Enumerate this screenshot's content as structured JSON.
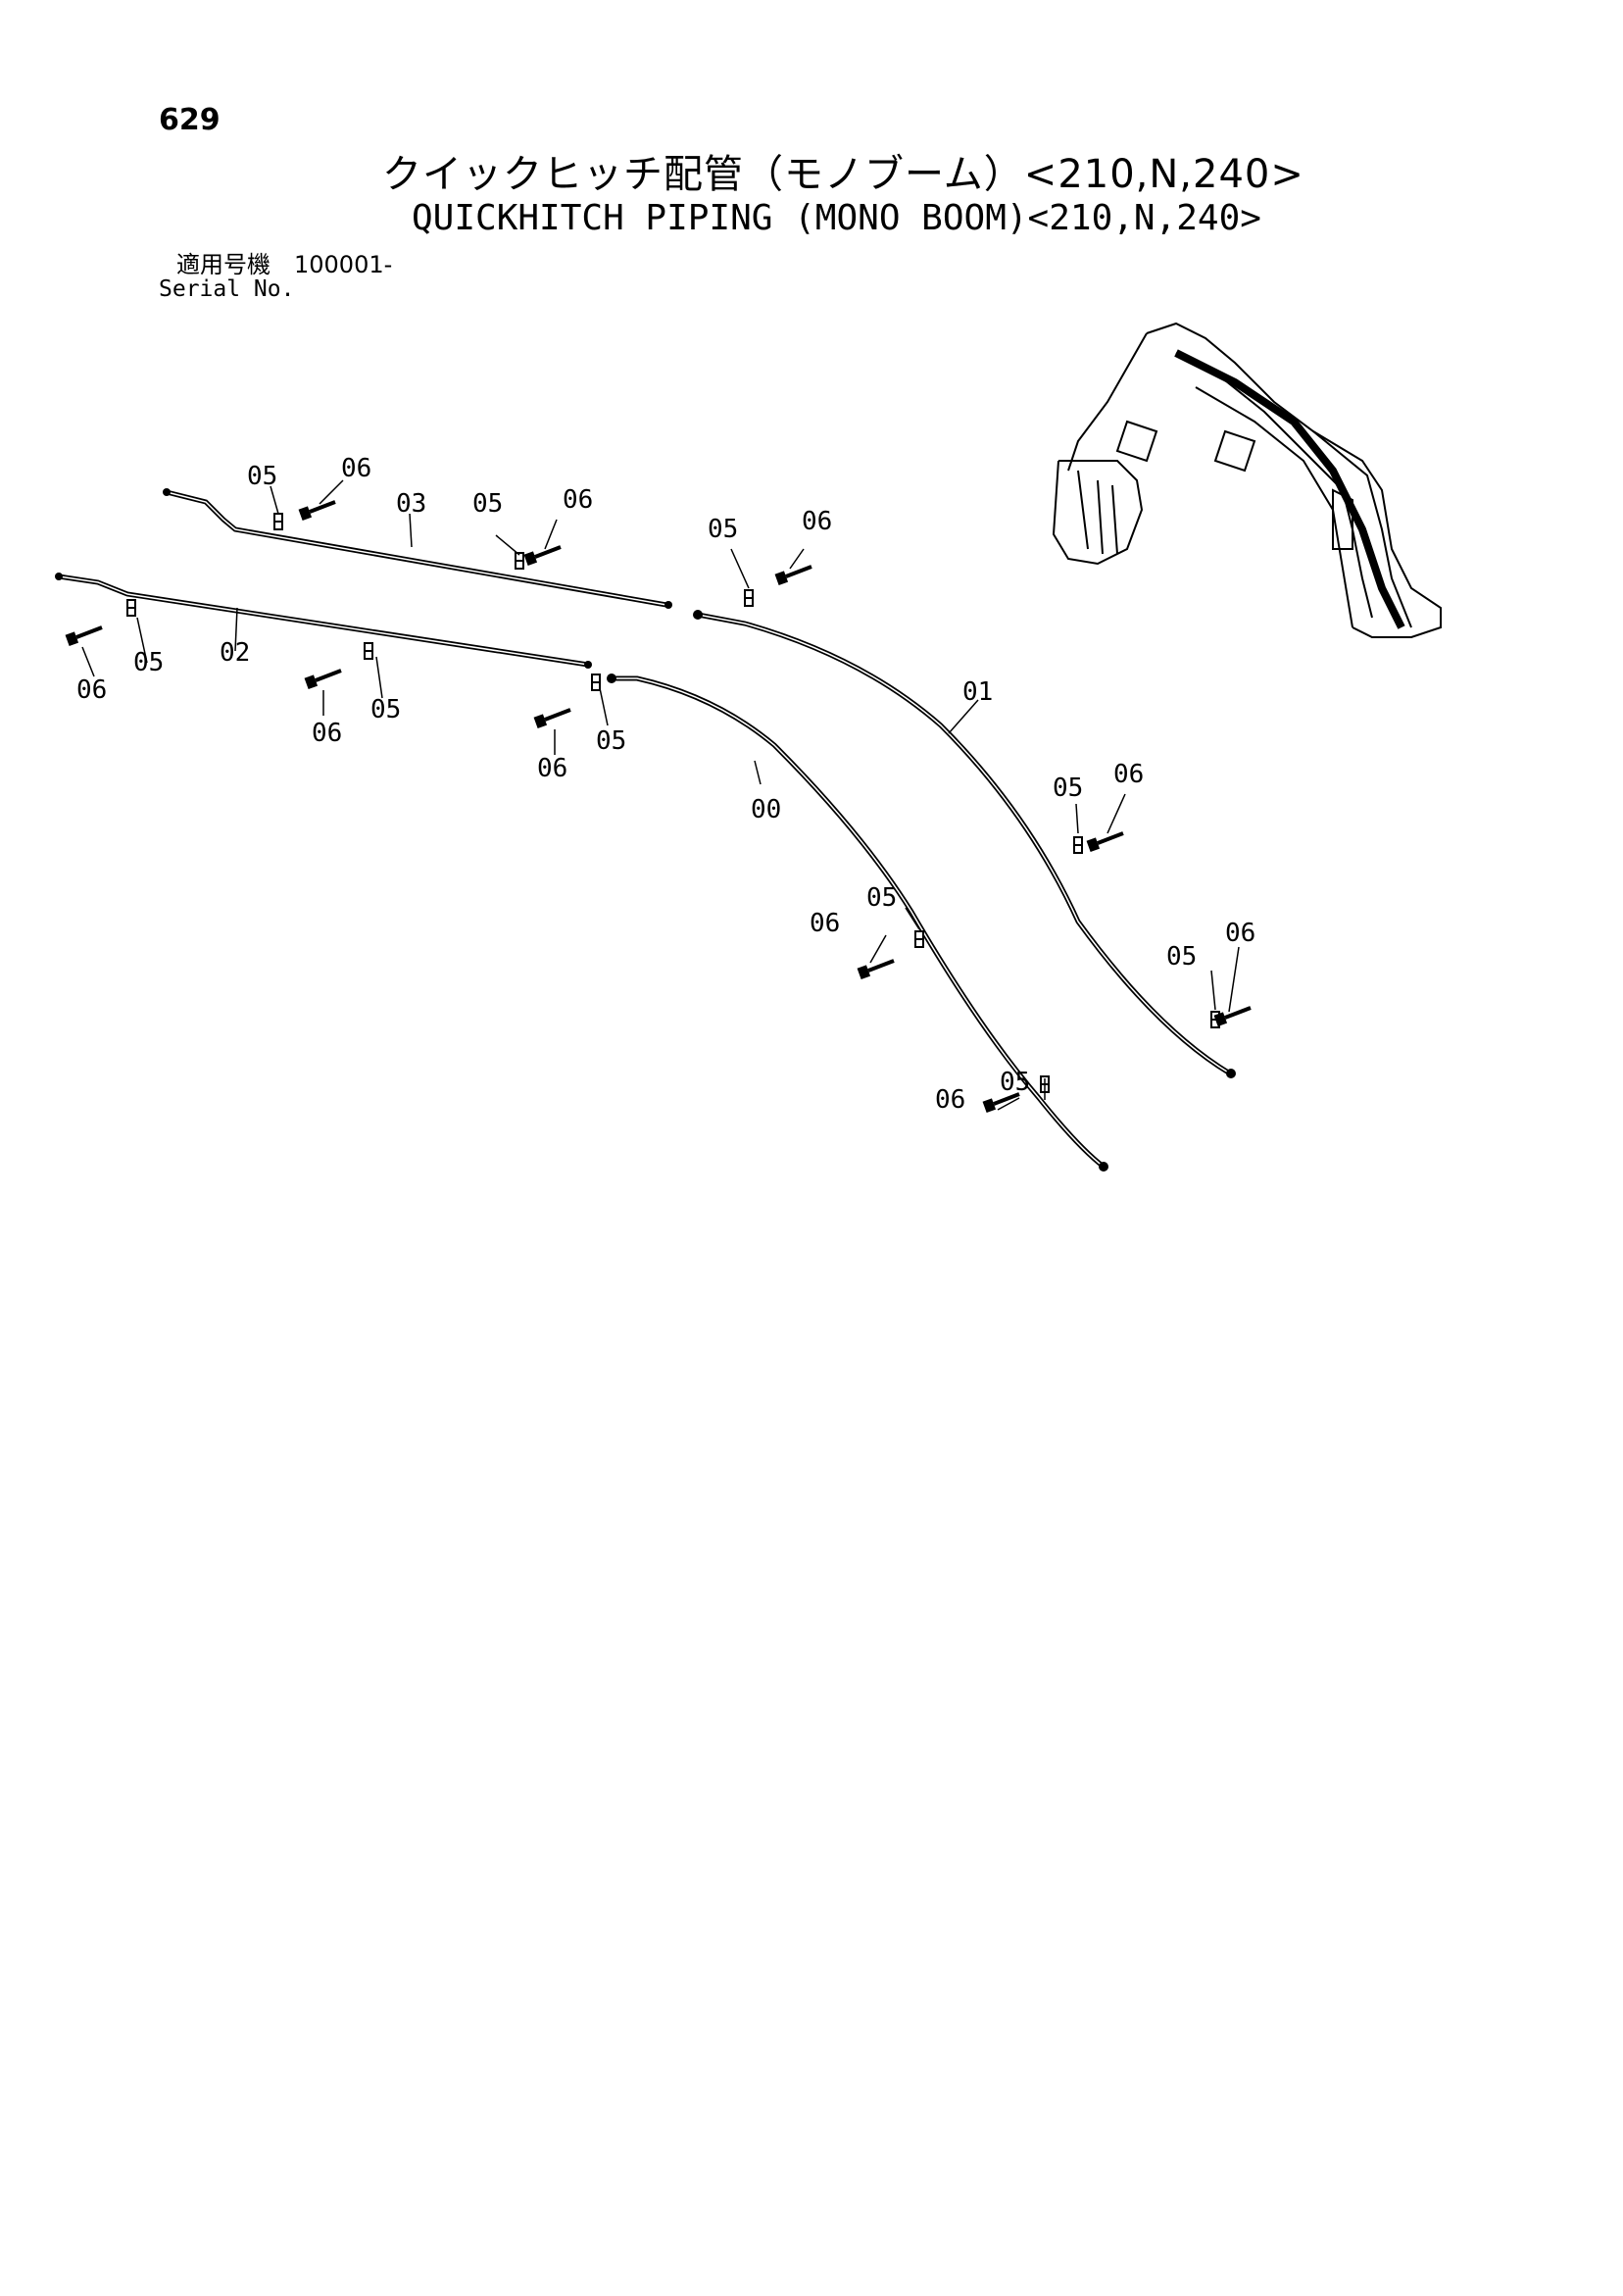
{
  "header": {
    "page_number": "629",
    "title_jp": "クイックヒッチ配管（モノブーム）<210,N,240>",
    "title_en": "QUICKHITCH PIPING (MONO BOOM)<210,N,240>",
    "serial_jp": "適用号機　100001-",
    "serial_en": "Serial No."
  },
  "parts": {
    "p00": "00",
    "p01": "01",
    "p02": "02",
    "p03": "03",
    "p05": "05",
    "p06": "06"
  }
}
